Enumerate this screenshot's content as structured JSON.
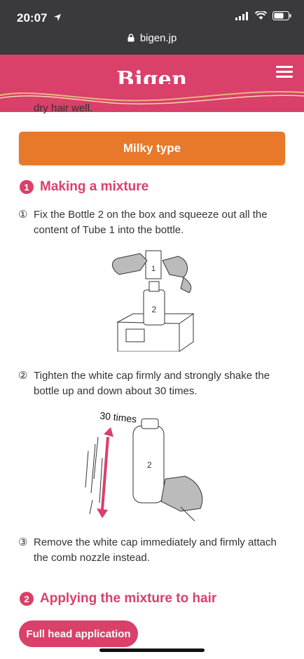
{
  "status_bar": {
    "time": "20:07"
  },
  "browser": {
    "url": "bigen.jp"
  },
  "header": {
    "logo": "Bigen"
  },
  "previous_text": "dry hair well.",
  "milky_button": "Milky type",
  "section1": {
    "number": "1",
    "title": "Making a mixture",
    "steps": [
      {
        "mark": "①",
        "text": "Fix the Bottle 2 on the box and squeeze out all the content of Tube 1 into the bottle."
      },
      {
        "mark": "②",
        "text": "Tighten the white cap firmly and strongly shake the bottle up and down about 30 times."
      },
      {
        "mark": "③",
        "text": "Remove the white cap immediately and firmly attach the comb nozzle instead."
      }
    ],
    "illustration1": {
      "tube_label": "1",
      "bottle_label": "2"
    },
    "illustration2": {
      "caption": "30 times",
      "bottle_label": "2"
    }
  },
  "section2": {
    "number": "2",
    "title": "Applying the mixture to hair"
  },
  "full_head_button": "Full head application",
  "colors": {
    "brand_pink": "#d9406a",
    "orange": "#e8792a",
    "status_bar": "#3a3a3c"
  }
}
